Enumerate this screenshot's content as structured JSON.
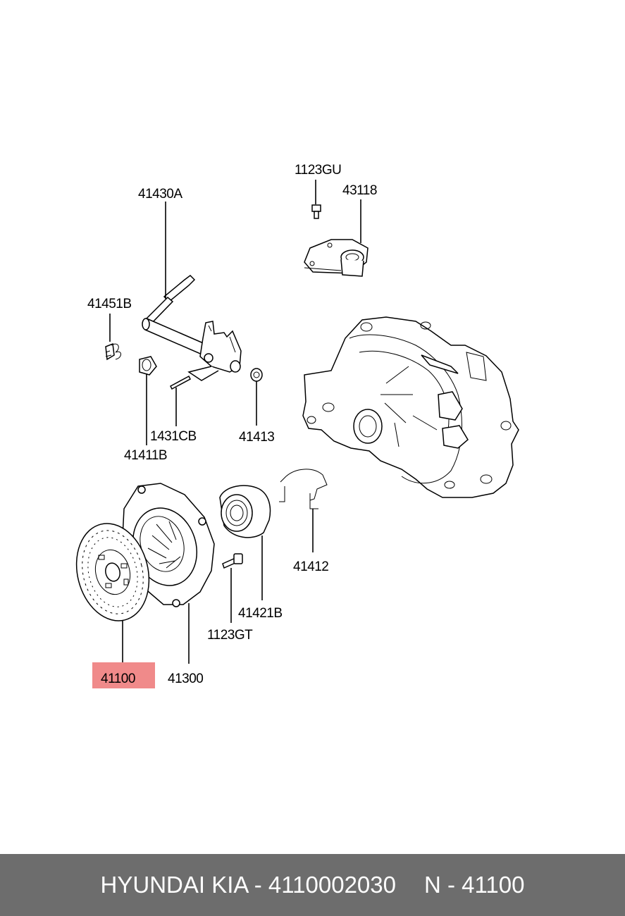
{
  "parts": {
    "p1123gu": "1123GU",
    "p43118": "43118",
    "p41430a": "41430A",
    "p41451b": "41451B",
    "p1431cb": "1431CB",
    "p41413": "41413",
    "p41411b": "41411B",
    "p41412": "41412",
    "p41421b": "41421B",
    "p1123gt": "1123GT",
    "p41100": "41100",
    "p41300": "41300"
  },
  "highlight": {
    "color": "#f08a8a",
    "part": "41100"
  },
  "footer": {
    "brand_part": "HYUNDAI KIA - 4110002030",
    "ref": "N - 41100"
  }
}
